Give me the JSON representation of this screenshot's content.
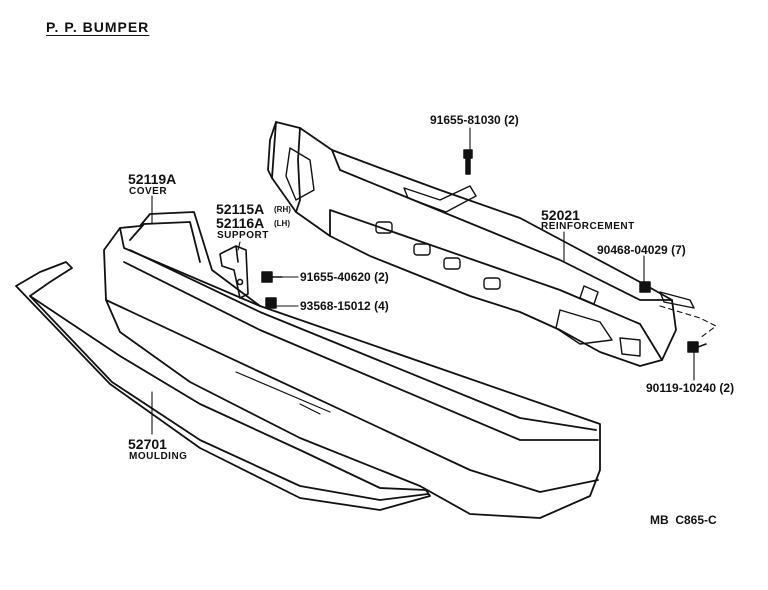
{
  "title": "P. P. BUMPER",
  "parts": {
    "cover": {
      "number": "52119A",
      "name": "COVER"
    },
    "support": {
      "number_rh": "52115A",
      "side_rh": "(RH)",
      "number_lh": "52116A",
      "side_lh": "(LH)",
      "name": "SUPPORT"
    },
    "reinforcement": {
      "number": "52021",
      "name": "REINFORCEMENT"
    },
    "moulding": {
      "number": "52701",
      "name": "MOULDING"
    },
    "bolt_top": {
      "number": "91655-81030 (2)"
    },
    "bolt_mid": {
      "number": "91655-40620 (2)"
    },
    "screw": {
      "number": "93568-15012 (4)"
    },
    "nut": {
      "number": "90468-04029 (7)"
    },
    "bolt_end": {
      "number": "90119-10240 (2)"
    }
  },
  "diagram_code": "MB  C865-C"
}
